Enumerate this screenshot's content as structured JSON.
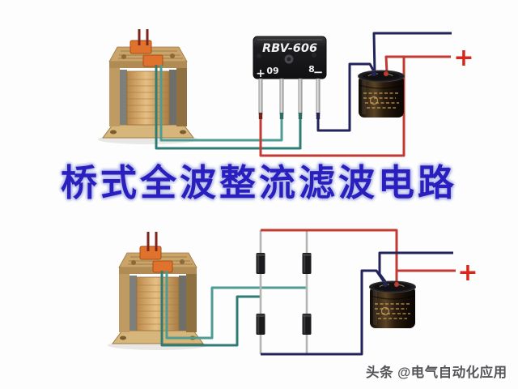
{
  "title": {
    "text": "桥式全波整流滤波电路"
  },
  "watermark": {
    "text": "头条 @电气自动化应用"
  },
  "bridge_module": {
    "model": "RBV-606",
    "mark_left": "09",
    "mark_right": "8",
    "plus": "+",
    "minus": "−"
  },
  "outputs": {
    "top_plus": "+",
    "bottom_plus": "+"
  },
  "colors": {
    "background": "#fdfdfd",
    "title_blue": "#2a1fbe",
    "title_glow": "#b9c0ea",
    "watermark_gray": "#55555a",
    "wire_red": "#c23b32",
    "wire_navy": "#23235c",
    "wire_teal_dark": "#2e7d74",
    "wire_teal_light": "#4f9c94",
    "wire_primary_darkred": "#7e241c",
    "plus_red": "#d8261c",
    "lead_silver": "#b4b4b2",
    "bridge_black": "#1a1a1d",
    "bridge_text": "#f0f0f0",
    "transformer_copper": "#c99a5e",
    "transformer_flange": "#d7b67c",
    "terminal_orange": "#df722c",
    "capacitor_dark": "#191009",
    "capacitor_gold": "#c9a05c"
  }
}
